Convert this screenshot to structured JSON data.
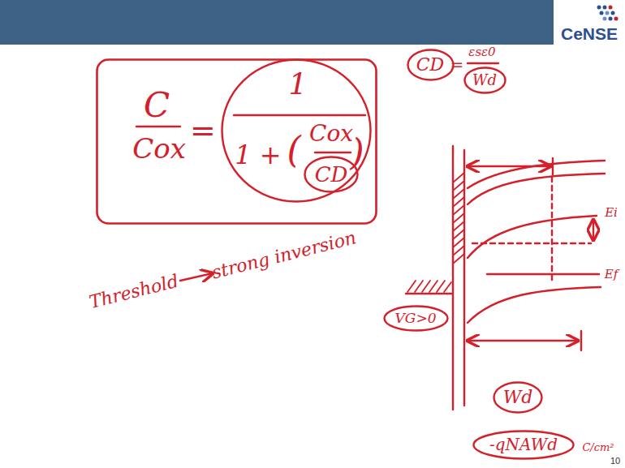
{
  "diagram": {
    "nodes": [
      {
        "text": [
          "C",
          "Cox",
          "="
        ]
      },
      {
        "text": [
          "1",
          "1 +",
          "(",
          "Cox",
          ")"
        ],
        "in": 0
      },
      {
        "text": [
          "CD"
        ],
        "in": 1
      },
      {
        "text": [
          "CD"
        ]
      },
      {
        "text": [
          "Wd"
        ]
      },
      {
        "text": [
          "VG>0"
        ]
      },
      {
        "text": [
          "Wd"
        ]
      },
      {
        "text": [
          "-qNAWd"
        ]
      }
    ],
    "labels": [
      "CeNSE",
      "=",
      "εsε0",
      "Threshold",
      "strong inversion",
      "Ei",
      "Ef",
      "C/cm²",
      "10"
    ]
  }
}
